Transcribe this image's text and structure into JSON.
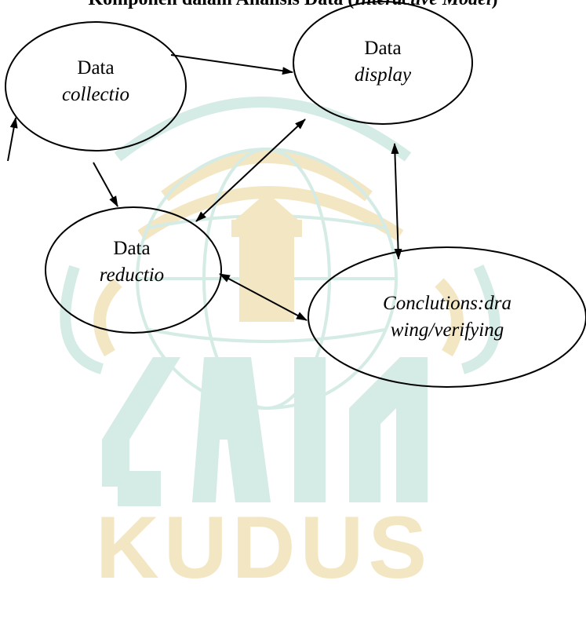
{
  "title": {
    "text": "Komponen dalam Analisis Data (",
    "italic": "Interactive Model",
    "close": ")"
  },
  "watermark": {
    "text": "KUDUS",
    "teal_color": "#d5ebe5",
    "gold_color": "#f3e6c2"
  },
  "nodes": {
    "collection": {
      "line1": "Data",
      "line2": "collectio"
    },
    "display": {
      "line1": "Data",
      "line2": "display"
    },
    "reduction": {
      "line1": "Data",
      "line2": "reductio"
    },
    "conclusions": {
      "line1": "Conclutions:dra",
      "line2": "wing/verifying"
    }
  }
}
